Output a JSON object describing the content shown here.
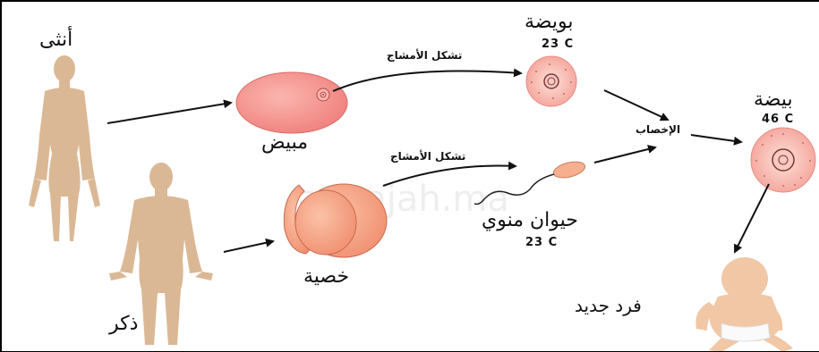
{
  "colors": {
    "skin": "#dbb895",
    "ovary_fill": "#f79a96",
    "ovum_fill": "#f9c3bc",
    "testis_fill": "#f6a587",
    "arrow": "#111111"
  },
  "labels": {
    "female": "أنثى",
    "male": "ذكر",
    "ovary": "مبيض",
    "testis": "خصية",
    "gametogenesis_top": "تشكل الأمشاج",
    "gametogenesis_bottom": "تشكل الأمشاج",
    "ovum": "بويضة",
    "ovum_chromosomes": "23 C",
    "sperm": "حيوان منوي",
    "sperm_chromosomes": "23 C",
    "fertilization": "الإخصاب",
    "zygote": "بيضة",
    "zygote_chromosomes": "46 C",
    "new_individual": "فرد جديد"
  },
  "watermark": "annajah.ma"
}
